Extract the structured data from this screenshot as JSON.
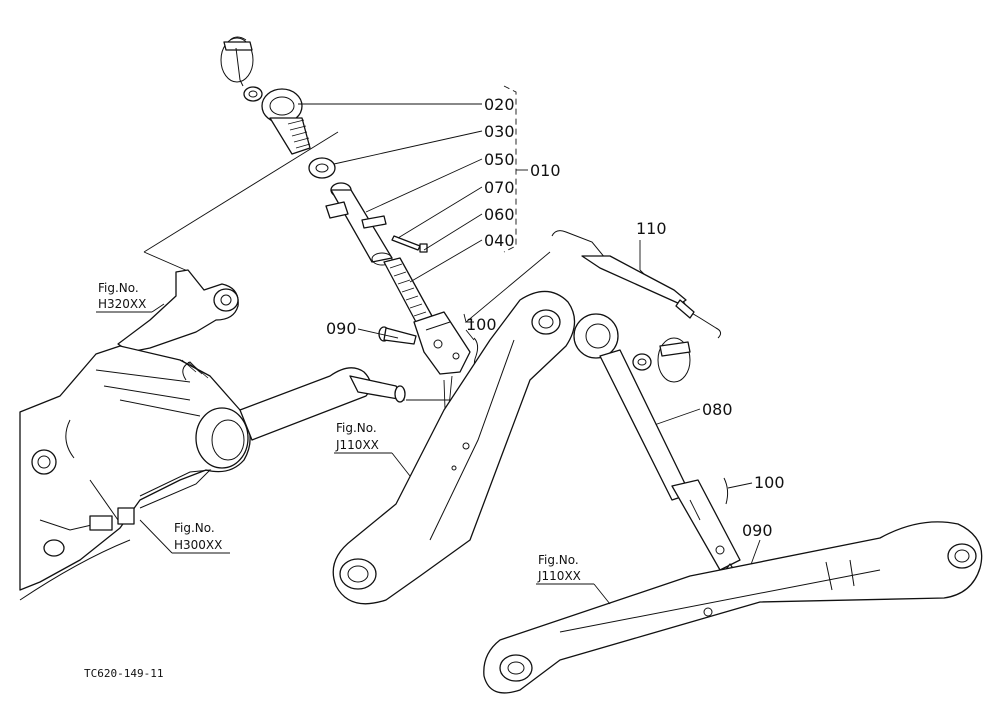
{
  "drawing_number": "TC620-149-11",
  "callouts": [
    {
      "id": "020",
      "text": "020"
    },
    {
      "id": "030",
      "text": "030"
    },
    {
      "id": "050",
      "text": "050"
    },
    {
      "id": "070",
      "text": "070"
    },
    {
      "id": "060",
      "text": "060"
    },
    {
      "id": "040",
      "text": "040"
    },
    {
      "id": "010",
      "text": "010"
    },
    {
      "id": "110",
      "text": "110"
    },
    {
      "id": "090a",
      "text": "090"
    },
    {
      "id": "100a",
      "text": "100"
    },
    {
      "id": "080",
      "text": "080"
    },
    {
      "id": "100b",
      "text": "100"
    },
    {
      "id": "090b",
      "text": "090"
    }
  ],
  "figure_refs": [
    {
      "id": "h320",
      "line1": "Fig.No.",
      "line2": "H320XX"
    },
    {
      "id": "j110a",
      "line1": "Fig.No.",
      "line2": "J110XX"
    },
    {
      "id": "h300",
      "line1": "Fig.No.",
      "line2": "H300XX"
    },
    {
      "id": "j110b",
      "line1": "Fig.No.",
      "line2": "J110XX"
    }
  ]
}
